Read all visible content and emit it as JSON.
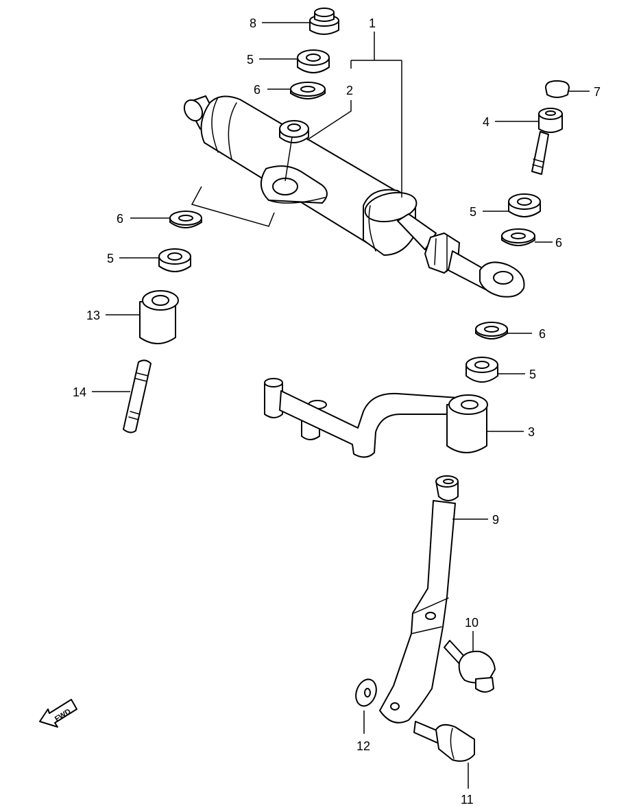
{
  "labels": {
    "p1": "1",
    "p2": "2",
    "p3": "3",
    "p4": "4",
    "p5a": "5",
    "p5b": "5",
    "p5c": "5",
    "p5d": "5",
    "p6a": "6",
    "p6b": "6",
    "p6c": "6",
    "p6d": "6",
    "p7": "7",
    "p8": "8",
    "p9": "9",
    "p10": "10",
    "p11": "11",
    "p12": "12",
    "p13": "13",
    "p14": "14"
  },
  "fwd_label": "FWD",
  "colors": {
    "line": "#000000",
    "background": "#ffffff"
  }
}
